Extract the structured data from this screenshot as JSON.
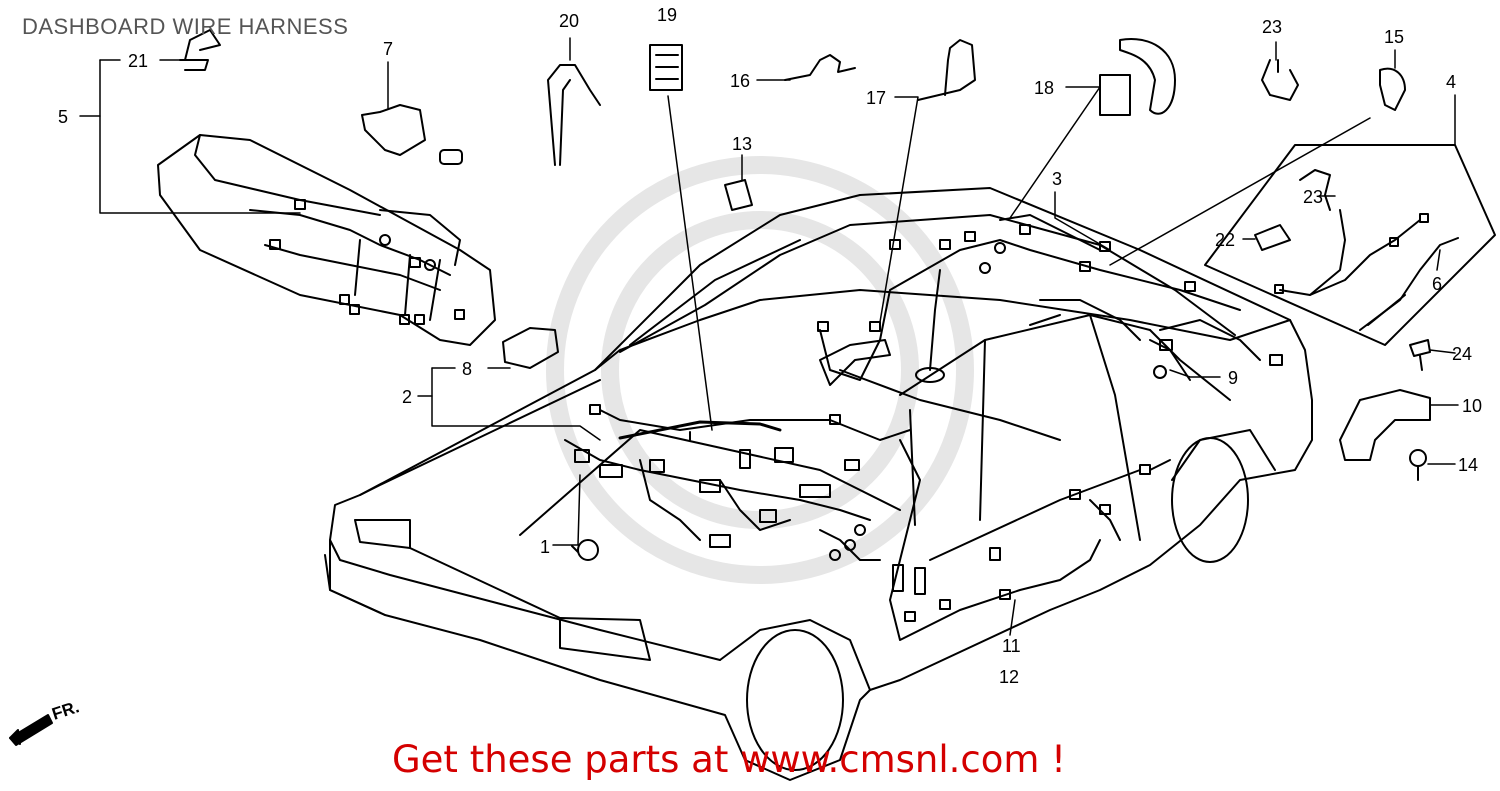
{
  "title": "DASHBOARD WIRE HARNESS",
  "footer": "Get these parts at www.cmsnl.com !",
  "direction_label": "FR.",
  "callouts": [
    "1",
    "2",
    "3",
    "4",
    "5",
    "6",
    "7",
    "8",
    "9",
    "10",
    "11",
    "12",
    "13",
    "14",
    "15",
    "16",
    "17",
    "18",
    "19",
    "20",
    "21",
    "22",
    "23",
    "23",
    "24"
  ],
  "colors": {
    "line": "#000000",
    "footer": "#d40000",
    "title": "#555555",
    "watermark": "#e6e6e6"
  }
}
